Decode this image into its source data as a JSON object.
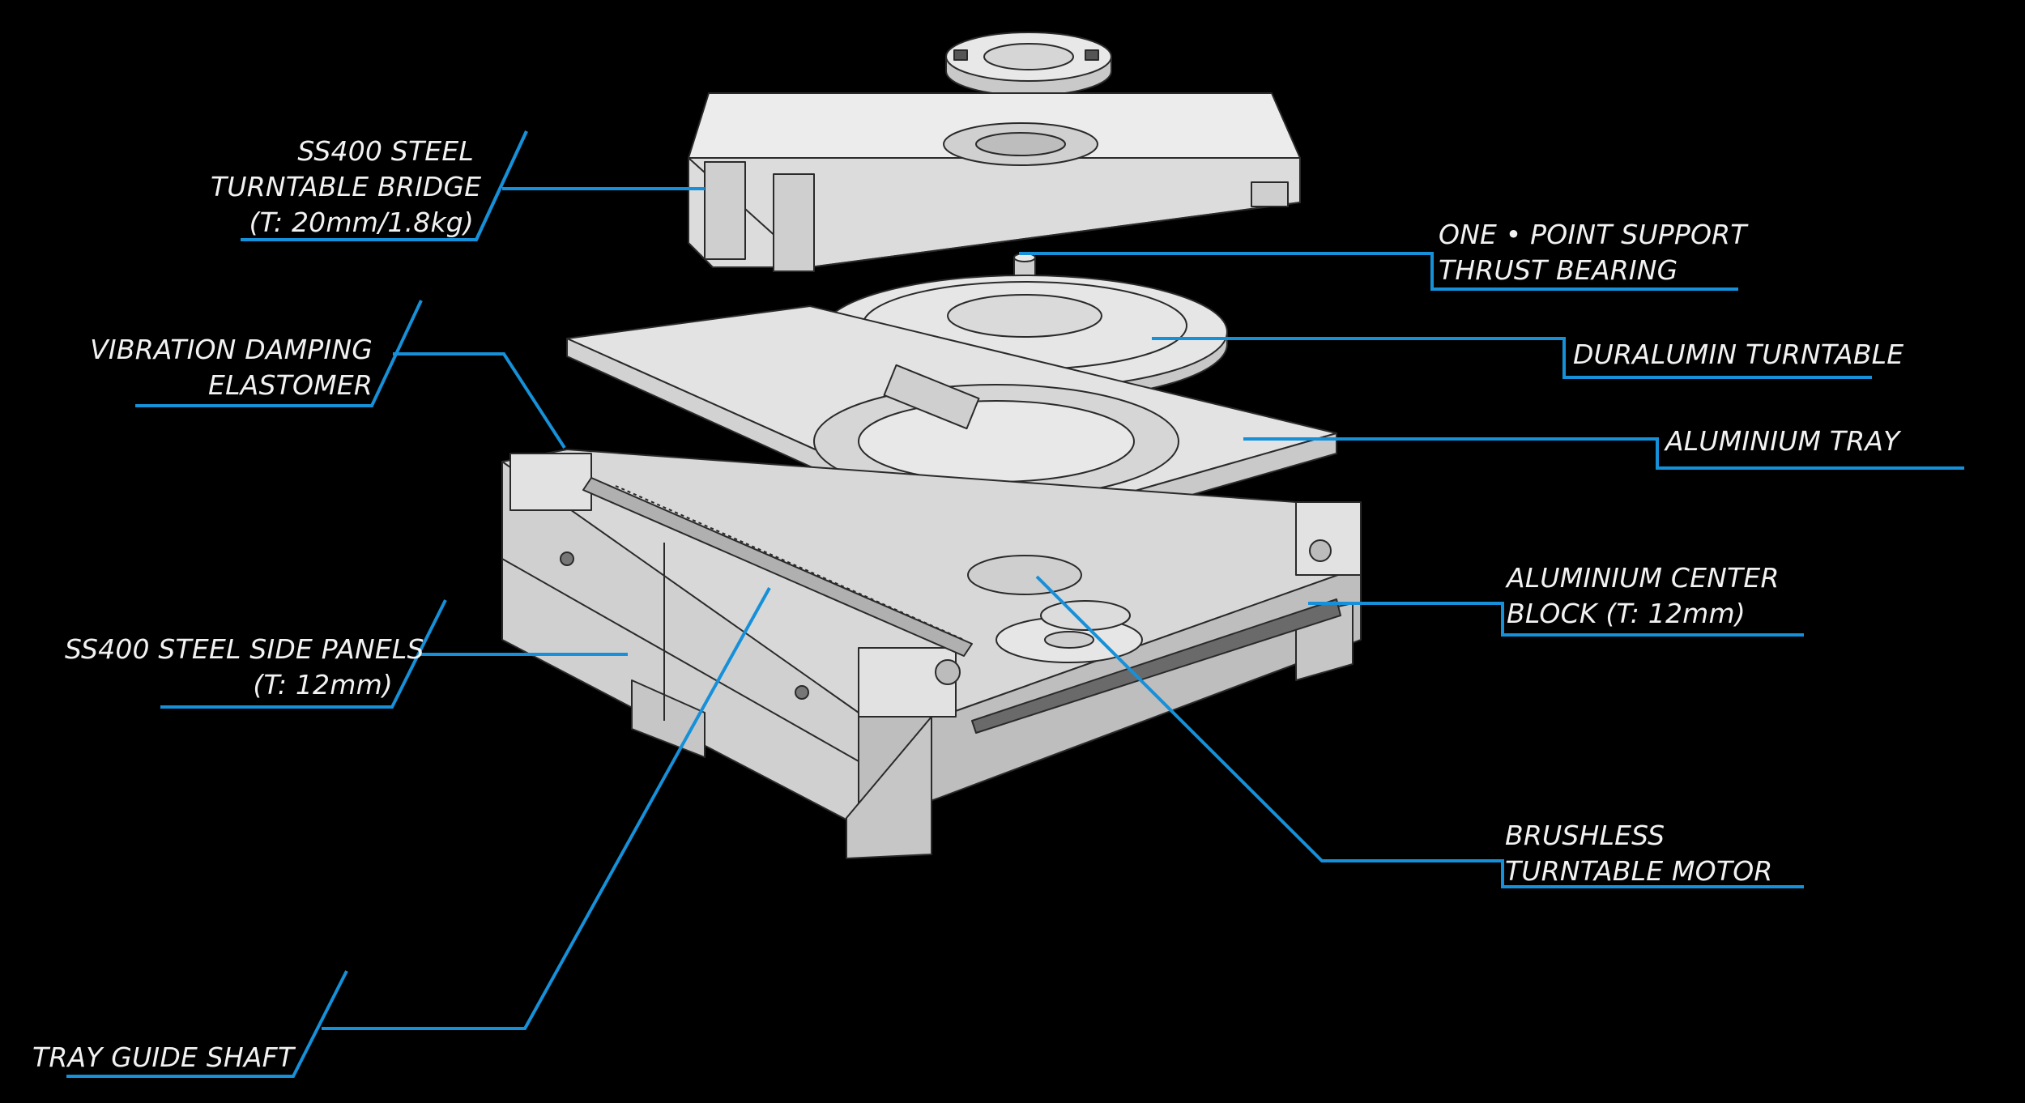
{
  "colors": {
    "background": "#000000",
    "leader": "#1690d8",
    "text": "#f2f2f2",
    "part_fill": "#e4e4e4",
    "part_stroke": "#2a2a2a"
  },
  "callouts": [
    {
      "id": "bridge",
      "lines": [
        "SS400 STEEL",
        "TURNTABLE BRIDGE",
        "(T: 20mm/1.8kg)"
      ]
    },
    {
      "id": "elastomer",
      "lines": [
        "VIBRATION DAMPING",
        "ELASTOMER"
      ]
    },
    {
      "id": "side-panels",
      "lines": [
        "SS400 STEEL SIDE PANELS",
        "(T: 12mm)"
      ]
    },
    {
      "id": "guide-shaft",
      "lines": [
        "TRAY GUIDE SHAFT"
      ]
    },
    {
      "id": "thrust-bearing",
      "lines": [
        "ONE • POINT SUPPORT",
        "THRUST BEARING"
      ]
    },
    {
      "id": "turntable",
      "lines": [
        "DURALUMIN TURNTABLE"
      ]
    },
    {
      "id": "tray",
      "lines": [
        "ALUMINIUM TRAY"
      ]
    },
    {
      "id": "center-block",
      "lines": [
        "ALUMINIUM CENTER",
        "BLOCK (T: 12mm)"
      ]
    },
    {
      "id": "motor",
      "lines": [
        "BRUSHLESS",
        "TURNTABLE MOTOR"
      ]
    }
  ]
}
